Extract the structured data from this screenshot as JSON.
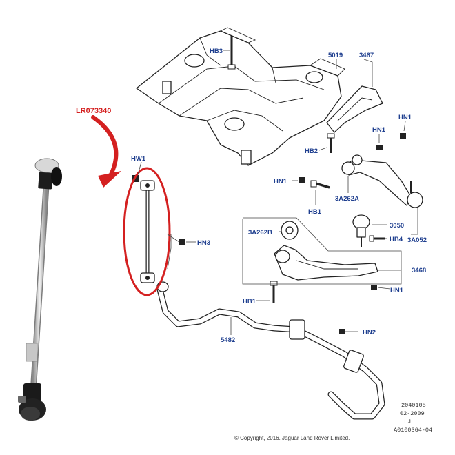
{
  "highlight": {
    "part_number": "LR073340",
    "color": "#d42020"
  },
  "callouts": [
    {
      "id": "HB3",
      "label": "HB3"
    },
    {
      "id": "5019",
      "label": "5019"
    },
    {
      "id": "3467",
      "label": "3467"
    },
    {
      "id": "HN1_top",
      "label": "HN1"
    },
    {
      "id": "HN1_mid",
      "label": "HN1"
    },
    {
      "id": "HB2",
      "label": "HB2"
    },
    {
      "id": "HW1",
      "label": "HW1"
    },
    {
      "id": "HN1_left",
      "label": "HN1"
    },
    {
      "id": "HB1_upper",
      "label": "HB1"
    },
    {
      "id": "3A262A",
      "label": "3A262A"
    },
    {
      "id": "3050",
      "label": "3050"
    },
    {
      "id": "HB4",
      "label": "HB4"
    },
    {
      "id": "3A052",
      "label": "3A052"
    },
    {
      "id": "3A262B",
      "label": "3A262B"
    },
    {
      "id": "HN3",
      "label": "HN3"
    },
    {
      "id": "3468",
      "label": "3468"
    },
    {
      "id": "HN1_bottom",
      "label": "HN1"
    },
    {
      "id": "HB1_lower",
      "label": "HB1"
    },
    {
      "id": "5482",
      "label": "5482"
    },
    {
      "id": "HN2",
      "label": "HN2"
    }
  ],
  "footer": {
    "ref_number": "2040105",
    "date": "02-2009",
    "initials": "LJ",
    "drawing_id": "A0100364-04",
    "copyright": "© Copyright, 2016. Jaguar Land Rover Limited."
  },
  "colors": {
    "callout_text": "#1f3f8f",
    "line_art": "#222222",
    "highlight": "#d42020"
  }
}
